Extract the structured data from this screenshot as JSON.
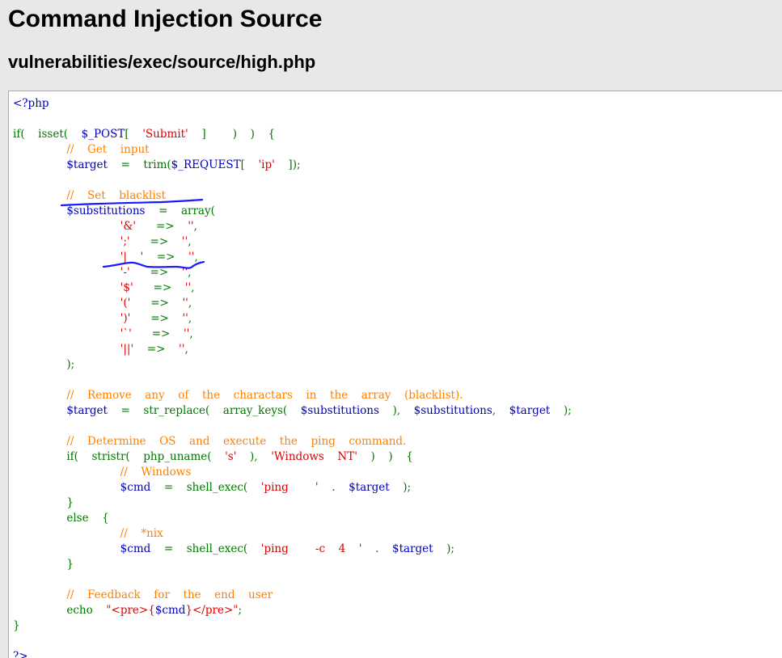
{
  "page": {
    "title": "Command Injection Source",
    "file_path": "vulnerabilities/exec/source/high.php"
  },
  "code_lines": [
    [
      [
        "v",
        "<?php"
      ]
    ],
    [],
    [
      [
        "k",
        "if(  isset(  "
      ],
      [
        "v",
        "$_POST"
      ],
      [
        "k",
        "[  "
      ],
      [
        "s",
        "'Submit'"
      ],
      [
        "k",
        "  ]    )  )  {"
      ]
    ],
    [
      [
        "k",
        "        "
      ],
      [
        "c",
        "//  Get  input"
      ]
    ],
    [
      [
        "k",
        "        "
      ],
      [
        "v",
        "$target"
      ],
      [
        "k",
        "  =  trim("
      ],
      [
        "v",
        "$_REQUEST"
      ],
      [
        "k",
        "[  "
      ],
      [
        "s",
        "'ip'"
      ],
      [
        "k",
        "  ]);"
      ]
    ],
    [],
    [
      [
        "k",
        "        "
      ],
      [
        "c",
        "//  Set  blacklist"
      ]
    ],
    [
      [
        "k",
        "        "
      ],
      [
        "v",
        "$substitutions"
      ],
      [
        "k",
        "  =  array("
      ]
    ],
    [
      [
        "k",
        "                "
      ],
      [
        "s",
        "'&'"
      ],
      [
        "k",
        "   =>  "
      ],
      [
        "s",
        "''"
      ],
      [
        "k",
        ","
      ]
    ],
    [
      [
        "k",
        "                "
      ],
      [
        "s",
        "';'"
      ],
      [
        "k",
        "   =>  "
      ],
      [
        "s",
        "''"
      ],
      [
        "k",
        ","
      ]
    ],
    [
      [
        "k",
        "                "
      ],
      [
        "s",
        "'|  '"
      ],
      [
        "k",
        "  =>  "
      ],
      [
        "s",
        "''"
      ],
      [
        "k",
        ","
      ]
    ],
    [
      [
        "k",
        "                "
      ],
      [
        "s",
        "'-'"
      ],
      [
        "k",
        "   =>  "
      ],
      [
        "s",
        "''"
      ],
      [
        "k",
        ","
      ]
    ],
    [
      [
        "k",
        "                "
      ],
      [
        "s",
        "'$'"
      ],
      [
        "k",
        "   =>  "
      ],
      [
        "s",
        "''"
      ],
      [
        "k",
        ","
      ]
    ],
    [
      [
        "k",
        "                "
      ],
      [
        "s",
        "'('"
      ],
      [
        "k",
        "   =>  "
      ],
      [
        "s",
        "''"
      ],
      [
        "k",
        ","
      ]
    ],
    [
      [
        "k",
        "                "
      ],
      [
        "s",
        "')'"
      ],
      [
        "k",
        "   =>  "
      ],
      [
        "s",
        "''"
      ],
      [
        "k",
        ","
      ]
    ],
    [
      [
        "k",
        "                "
      ],
      [
        "s",
        "'`'"
      ],
      [
        "k",
        "   =>  "
      ],
      [
        "s",
        "''"
      ],
      [
        "k",
        ","
      ]
    ],
    [
      [
        "k",
        "                "
      ],
      [
        "s",
        "'||'"
      ],
      [
        "k",
        "  =>  "
      ],
      [
        "s",
        "''"
      ],
      [
        "k",
        ","
      ]
    ],
    [
      [
        "k",
        "        );"
      ]
    ],
    [],
    [
      [
        "k",
        "        "
      ],
      [
        "c",
        "//  Remove  any  of  the  charactars  in  the  array  (blacklist)."
      ]
    ],
    [
      [
        "k",
        "        "
      ],
      [
        "v",
        "$target"
      ],
      [
        "k",
        "  =  str_replace(  array_keys(  "
      ],
      [
        "v",
        "$substitutions"
      ],
      [
        "k",
        "  ),  "
      ],
      [
        "v",
        "$substitutions"
      ],
      [
        "k",
        ",  "
      ],
      [
        "v",
        "$target"
      ],
      [
        "k",
        "  );"
      ]
    ],
    [],
    [
      [
        "k",
        "        "
      ],
      [
        "c",
        "//  Determine  OS  and  execute  the  ping  command."
      ]
    ],
    [
      [
        "k",
        "        if(  stristr(  php_uname(  "
      ],
      [
        "s",
        "'s'"
      ],
      [
        "k",
        "  ),  "
      ],
      [
        "s",
        "'Windows  NT'"
      ],
      [
        "k",
        "  )  )  {"
      ]
    ],
    [
      [
        "k",
        "                "
      ],
      [
        "c",
        "//  Windows"
      ]
    ],
    [
      [
        "k",
        "                "
      ],
      [
        "v",
        "$cmd"
      ],
      [
        "k",
        "  =  shell_exec(  "
      ],
      [
        "s",
        "'ping    '"
      ],
      [
        "k",
        "  .  "
      ],
      [
        "v",
        "$target"
      ],
      [
        "k",
        "  );"
      ]
    ],
    [
      [
        "k",
        "        }"
      ]
    ],
    [
      [
        "k",
        "        else  {"
      ]
    ],
    [
      [
        "k",
        "                "
      ],
      [
        "c",
        "//  *nix"
      ]
    ],
    [
      [
        "k",
        "                "
      ],
      [
        "v",
        "$cmd"
      ],
      [
        "k",
        "  =  shell_exec(  "
      ],
      [
        "s",
        "'ping    -c  4  '"
      ],
      [
        "k",
        "  .  "
      ],
      [
        "v",
        "$target"
      ],
      [
        "k",
        "  );"
      ]
    ],
    [
      [
        "k",
        "        }"
      ]
    ],
    [],
    [
      [
        "k",
        "        "
      ],
      [
        "c",
        "//  Feedback  for  the  end  user"
      ]
    ],
    [
      [
        "k",
        "        echo  "
      ],
      [
        "s",
        "\"<pre>{"
      ],
      [
        "v",
        "$cmd"
      ],
      [
        "s",
        "}</pre>\""
      ],
      [
        "k",
        ";"
      ]
    ],
    [
      [
        "k",
        "}"
      ]
    ],
    [],
    [
      [
        "v",
        "?>"
      ]
    ]
  ],
  "colors": {
    "keyword": "#007700",
    "variable": "#0000bb",
    "string": "#dd0000",
    "comment": "#ff8000",
    "annotation_pen": "#1a1aff"
  }
}
